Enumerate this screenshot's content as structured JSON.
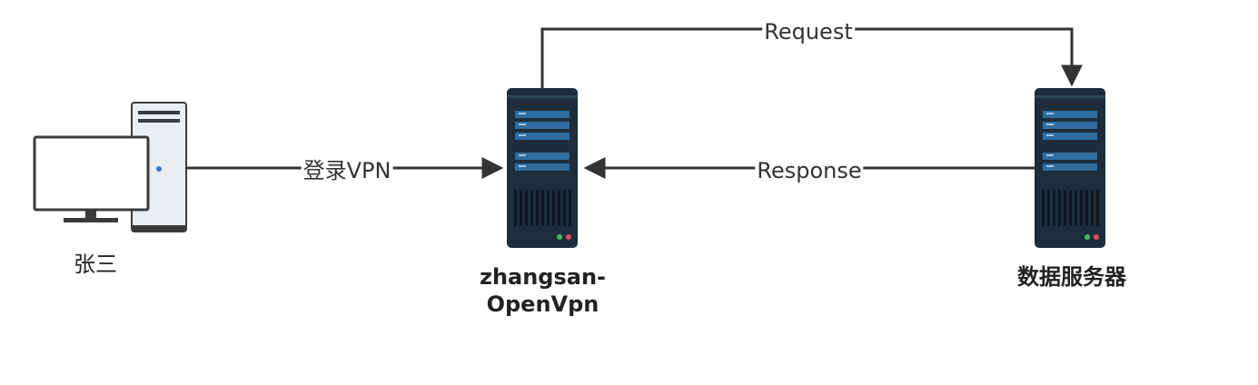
{
  "nodes": {
    "client": {
      "label": "张三",
      "icon": "desktop-computer-icon"
    },
    "vpn_server": {
      "label_line1": "zhangsan-",
      "label_line2": "OpenVpn",
      "icon": "server-icon"
    },
    "data_server": {
      "label": "数据服务器",
      "icon": "server-icon"
    }
  },
  "edges": {
    "login": {
      "label": "登录VPN",
      "from": "client",
      "to": "vpn_server"
    },
    "request": {
      "label": "Request",
      "from": "vpn_server",
      "to": "data_server"
    },
    "response": {
      "label": "Response",
      "from": "data_server",
      "to": "vpn_server"
    }
  },
  "colors": {
    "line": "#333333",
    "server_body": "#1e2d3b",
    "server_panel": "#2f6da0",
    "monitor_frame": "#3b3b3b",
    "tower_fill": "#e9eef3"
  }
}
